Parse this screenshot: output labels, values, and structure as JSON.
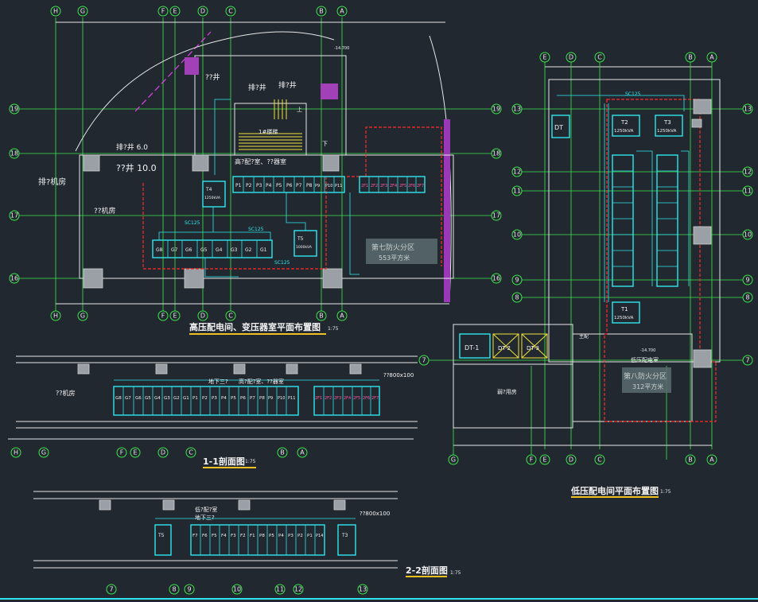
{
  "plans": {
    "hv_plan": {
      "title": "高压配电间、变压器室平面布置图",
      "scale": "1:75",
      "axes_top": [
        "H",
        "G",
        "F",
        "E",
        "D",
        "C",
        "B",
        "A"
      ],
      "axes_left": [
        "19",
        "18",
        "17",
        "16"
      ],
      "rooms": {
        "exhaust_room": "排?机房",
        "room_a": "??机房",
        "shaft_a": "??井",
        "shaft_b": "排?井",
        "shaft_c": "排?井",
        "stair": "1#楼梯",
        "hv_room": "高?配?室、??器室",
        "exhaust_6": "排?井 6.0",
        "small_10": "??井   10.0",
        "up": "上",
        "down": "下"
      },
      "panels_top": [
        "P1",
        "P2",
        "P3",
        "P4",
        "P5",
        "P6",
        "P7",
        "P8",
        "P9",
        "P10",
        "P11"
      ],
      "panels_top2": [
        "2F1",
        "2F2",
        "2F3",
        "2F4",
        "2F5",
        "2F6",
        "2F7"
      ],
      "panels_bottom": [
        "G8",
        "G7",
        "G6",
        "G5",
        "G4",
        "G3",
        "G2",
        "G1"
      ],
      "transformers": [
        {
          "name": "T4",
          "rating": "1250kVA"
        },
        {
          "name": "T5",
          "rating": "1000kVA"
        }
      ],
      "cable_labels": [
        "SC125",
        "SC125",
        "SC125"
      ],
      "zone": {
        "line1": "第七防火分区",
        "line2": "553平方米"
      },
      "elevation": "-14.700"
    },
    "lv_plan": {
      "title": "低压配电间平面布置图",
      "scale": "1:75",
      "axes_top": [
        "E",
        "D",
        "C",
        "B",
        "A"
      ],
      "axes_side": [
        "13",
        "12",
        "11",
        "10",
        "9",
        "8",
        "7"
      ],
      "axes_bottom": [
        "G",
        "F",
        "E",
        "D",
        "C",
        "B",
        "A"
      ],
      "transformers": [
        {
          "name": "T2",
          "rating": "1250kVA"
        },
        {
          "name": "T3",
          "rating": "1250kVA"
        },
        {
          "name": "T1",
          "rating": "1250kVA"
        }
      ],
      "lifts": [
        "DT-1",
        "DT-2",
        "DT-3"
      ],
      "rooms": {
        "dt": "DT",
        "sub_room": "低压配电室",
        "weak": "弱?用房",
        "main": "主配",
        "cable_label": "SC125"
      },
      "zone": {
        "line1": "第八防火分区",
        "line2": "312平方米"
      },
      "elevation": "-14.700"
    },
    "section_1": {
      "title": "1-1剖面图",
      "scale": "1:75",
      "labels": {
        "room": "??机房",
        "level": "地下三?",
        "hv": "高?配?室、??器室",
        "tray": "??800x100"
      },
      "panels_left": [
        "G8",
        "G7",
        "G6",
        "G5",
        "G4",
        "G3",
        "G2",
        "G1",
        "P1",
        "P2",
        "P3",
        "P4",
        "P5",
        "P6",
        "P7",
        "P8",
        "P9",
        "P10",
        "P11"
      ],
      "panels_right": [
        "2F1",
        "2F2",
        "2F3",
        "2F4",
        "2F5",
        "2F6",
        "2F7"
      ],
      "axes": [
        "H",
        "G",
        "F",
        "E",
        "D",
        "C",
        "B",
        "A"
      ]
    },
    "section_2": {
      "title": "2-2剖面图",
      "scale": "1:75",
      "labels": {
        "room": "低?配?室",
        "level": "地下三?",
        "tray": "??800x100",
        "left_t": "T5",
        "right_t": "T3"
      },
      "panels": [
        "F7",
        "F6",
        "F5",
        "F4",
        "F3",
        "F2",
        "F1",
        "P8",
        "P5",
        "P4",
        "P3",
        "P2",
        "P1",
        "P14"
      ],
      "axes": [
        "7",
        "8",
        "9",
        "10",
        "11",
        "12",
        "13"
      ]
    }
  },
  "colors": {
    "background": "#212830",
    "cyan": "#2fe6ee",
    "green": "#3ce64a",
    "red": "#ff2a2a",
    "magenta": "#e040e8",
    "pink_text": "#ff5aa8",
    "yellow": "#f0e23a"
  }
}
